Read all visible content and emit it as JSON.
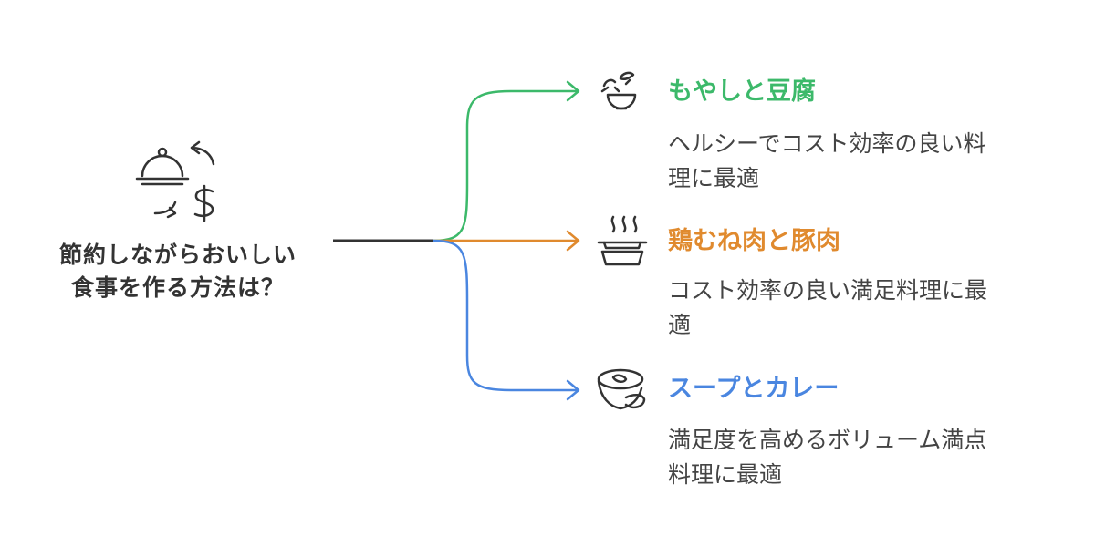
{
  "root": {
    "label_lines": [
      "節約しながらおいしい",
      "食事を作る方法は？"
    ],
    "icon": "cloche-money-cycle-icon"
  },
  "branches": [
    {
      "title": "もやしと豆腐",
      "desc_lines": [
        "ヘルシーでコスト効率の良い料",
        "理に最適"
      ],
      "color": "#3cb96a",
      "icon": "sprouts-bowl-icon"
    },
    {
      "title": "鶏むね肉と豚肉",
      "desc_lines": [
        "コスト効率の良い満足料理に最",
        "適"
      ],
      "color": "#e08a2e",
      "icon": "steaming-dish-icon"
    },
    {
      "title": "スープとカレー",
      "desc_lines": [
        "満足度を高めるボリューム満点",
        "料理に最適"
      ],
      "color": "#4a86e0",
      "icon": "soup-bowl-spoon-icon"
    }
  ],
  "colors": {
    "trunk": "#333333",
    "text": "#444444"
  }
}
